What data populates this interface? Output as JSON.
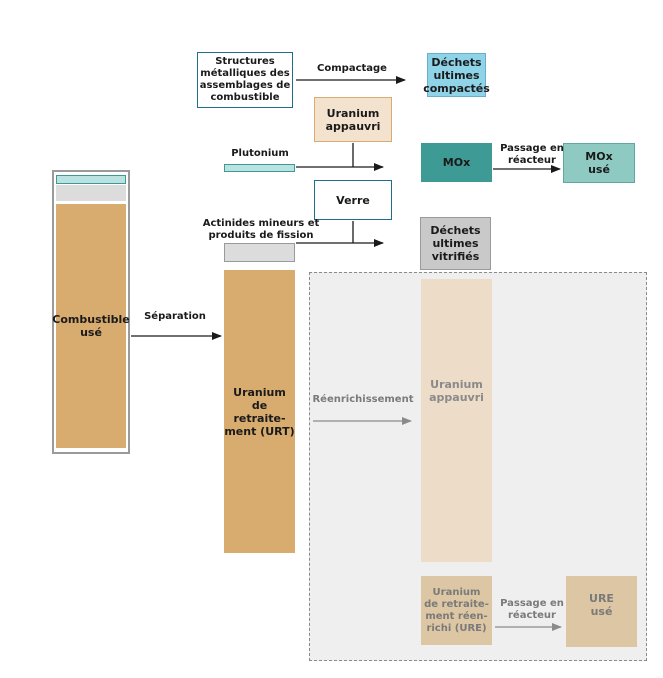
{
  "colors": {
    "sand": "#d8ab6e",
    "pale_sand": "#ecdcc8",
    "light_sand": "#dcc6a4",
    "teal_dark": "#3e9a94",
    "teal_light": "#8ec9c2",
    "teal_pale": "#b9e2e0",
    "grey_box": "#c9c9c9",
    "grey_light": "#dcdcdc",
    "panel_bg": "#efefef",
    "border_blue": "#1f6f8b",
    "border_sand": "#d8ab6e",
    "faded_text": "#8a8a8a"
  },
  "nodes": {
    "structures": "Structures\nmétalliques des\nassemblages de\ncombustible",
    "dechets_compactes": "Déchets\nultimes\ncompactés",
    "uranium_appauvri_top": "Uranium\nappauvri",
    "plutonium": "Plutonium",
    "mox": "MOx",
    "mox_use": "MOx\nusé",
    "verre": "Verre",
    "actinides": "Actinides mineurs et\nproduits de fission",
    "dechets_vitrifies": "Déchets\nultimes\nvitrifiés",
    "combustible_use": "Combustible\nusé",
    "urt": "Uranium\nde retraite-\nment (URT)",
    "uranium_appauvri_panel": "Uranium\nappauvri",
    "ure": "Uranium\nde retraite-\nment réen-\nrichi (URE)",
    "ure_use": "URE\nusé"
  },
  "labels": {
    "compactage": "Compactage",
    "passage_reacteur_top": "Passage en\nréacteur",
    "separation": "Séparation",
    "reenrichissement": "Réenrichissement",
    "passage_reacteur_bottom": "Passage en\nréacteur"
  }
}
